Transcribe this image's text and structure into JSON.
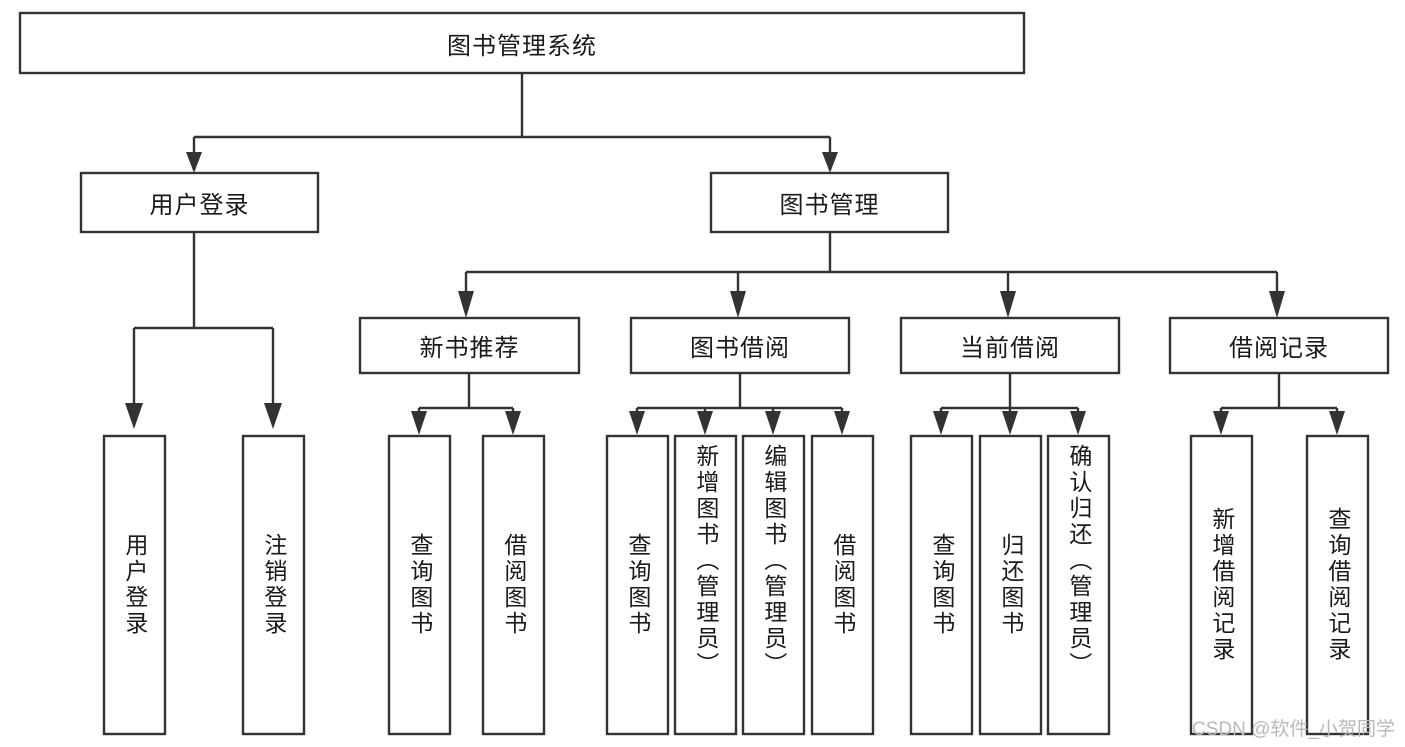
{
  "diagram": {
    "title": "图书管理系统",
    "type": "tree-hierarchy",
    "root": {
      "id": "root",
      "label": "图书管理系统",
      "orientation": "horizontal"
    },
    "level1": [
      {
        "id": "user-login",
        "label": "用户登录",
        "orientation": "horizontal"
      },
      {
        "id": "book-management",
        "label": "图书管理",
        "orientation": "horizontal"
      }
    ],
    "level2": [
      {
        "id": "new-book-recommend",
        "label": "新书推荐",
        "parent": "book-management",
        "orientation": "horizontal"
      },
      {
        "id": "book-borrow",
        "label": "图书借阅",
        "parent": "book-management",
        "orientation": "horizontal"
      },
      {
        "id": "current-borrow",
        "label": "当前借阅",
        "parent": "book-management",
        "orientation": "horizontal"
      },
      {
        "id": "borrow-record",
        "label": "借阅记录",
        "parent": "book-management",
        "orientation": "horizontal"
      }
    ],
    "leaves": [
      {
        "id": "leaf-user-login",
        "label": "用户登录",
        "parent": "user-login",
        "orientation": "vertical"
      },
      {
        "id": "leaf-user-logout",
        "label": "注销登录",
        "parent": "user-login",
        "orientation": "vertical"
      },
      {
        "id": "leaf-query-book-1",
        "label": "查询图书",
        "parent": "new-book-recommend",
        "orientation": "vertical"
      },
      {
        "id": "leaf-borrow-book-1",
        "label": "借阅图书",
        "parent": "new-book-recommend",
        "orientation": "vertical"
      },
      {
        "id": "leaf-query-book-2",
        "label": "查询图书",
        "parent": "book-borrow",
        "orientation": "vertical"
      },
      {
        "id": "leaf-add-book",
        "label": "新增图书（管理员）",
        "parent": "book-borrow",
        "orientation": "vertical"
      },
      {
        "id": "leaf-edit-book",
        "label": "编辑图书（管理员）",
        "parent": "book-borrow",
        "orientation": "vertical"
      },
      {
        "id": "leaf-borrow-book-2",
        "label": "借阅图书",
        "parent": "book-borrow",
        "orientation": "vertical"
      },
      {
        "id": "leaf-query-book-3",
        "label": "查询图书",
        "parent": "current-borrow",
        "orientation": "vertical"
      },
      {
        "id": "leaf-return-book",
        "label": "归还图书",
        "parent": "current-borrow",
        "orientation": "vertical"
      },
      {
        "id": "leaf-confirm-return",
        "label": "确认归还（管理员）",
        "parent": "current-borrow",
        "orientation": "vertical"
      },
      {
        "id": "leaf-add-record",
        "label": "新增借阅记录",
        "parent": "borrow-record",
        "orientation": "vertical"
      },
      {
        "id": "leaf-query-record",
        "label": "查询借阅记录",
        "parent": "borrow-record",
        "orientation": "vertical"
      }
    ],
    "colors": {
      "box_stroke": "#333333",
      "box_fill": "#ffffff",
      "text": "#1a1a1a",
      "connector": "#333333",
      "watermark": "#b9b9b9",
      "background": "#ffffff"
    }
  },
  "watermark": {
    "text": "CSDN @软件_小贺同学"
  }
}
